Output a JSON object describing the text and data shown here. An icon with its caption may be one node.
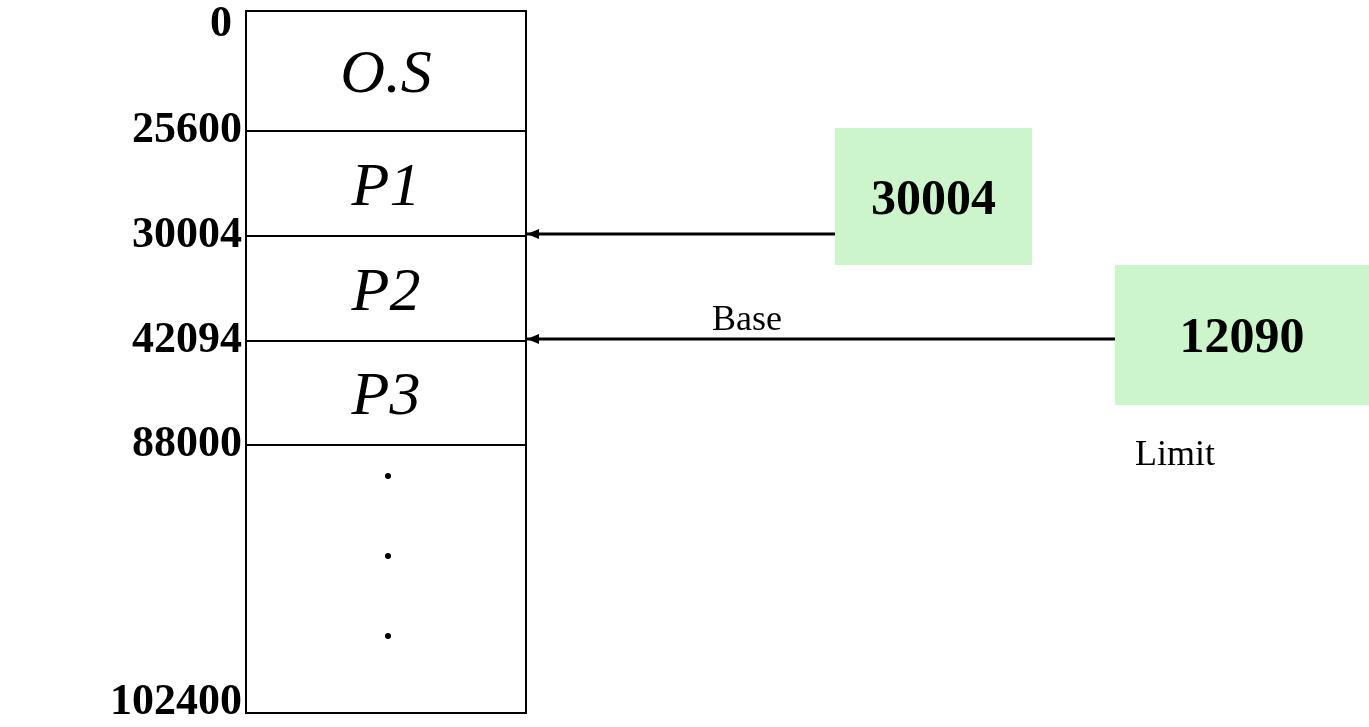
{
  "diagram": {
    "nodes": [
      {
        "text": [],
        "shape": "box"
      },
      {
        "text": [
          "O.S"
        ],
        "in": 0
      },
      {
        "text": [
          "P1"
        ],
        "in": 0
      },
      {
        "text": [
          "P2"
        ],
        "in": 0
      },
      {
        "text": [
          "P3"
        ],
        "in": 0
      },
      {
        "text": [],
        "shape": "box",
        "in": 0
      },
      {
        "text": [
          "30004"
        ]
      },
      {
        "text": [
          "12090"
        ],
        "beside": [
          "Limit"
        ]
      }
    ],
    "edges": [
      {
        "from": 6,
        "to": 3,
        "arrow": "to"
      },
      {
        "from": 7,
        "to": 4,
        "arrow": "to"
      }
    ],
    "labels": [
      "0",
      "25600",
      "30004",
      "42094",
      "88000",
      "102400",
      "Base"
    ]
  }
}
